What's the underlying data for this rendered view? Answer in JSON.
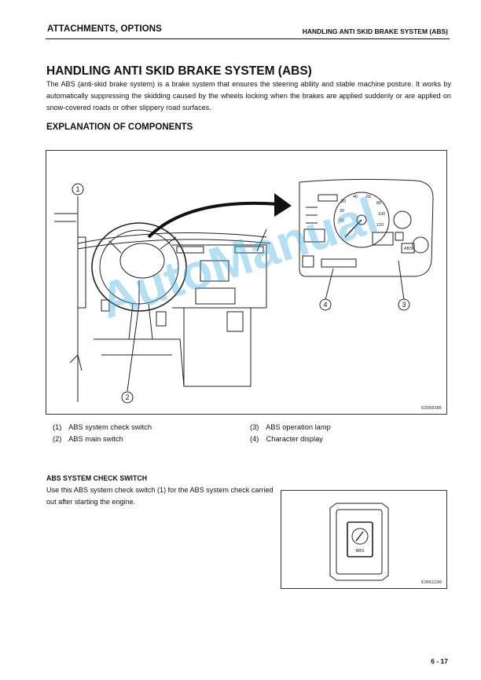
{
  "header": {
    "section": "ATTACHMENTS, OPTIONS",
    "topic": "HANDLING ANTI SKID BRAKE SYSTEM (ABS)"
  },
  "title": "HANDLING ANTI SKID BRAKE SYSTEM (ABS)",
  "intro": "The ABS (anti-skid brake system) is a brake system that ensures the steering ability and stable machine posture. It works by automatically suppressing the skidding caused by the wheels locking when the brakes are applied suddenly or are applied on snow-covered roads or other slippery road surfaces.",
  "explanation_heading": "EXPLANATION OF COMPONENTS",
  "figure1": {
    "code": "9JD08386",
    "callouts": [
      "1",
      "2",
      "3",
      "4"
    ],
    "panel_numbers": [
      "20",
      "40",
      "60",
      "80",
      "100",
      "120",
      "10",
      "30"
    ],
    "abs_label": "ABS"
  },
  "captions": [
    {
      "num": "(1)",
      "text": "ABS system check switch"
    },
    {
      "num": "(2)",
      "text": "ABS main switch"
    },
    {
      "num": "(3)",
      "text": "ABS operation lamp"
    },
    {
      "num": "(4)",
      "text": "Character display"
    }
  ],
  "check_switch": {
    "heading": "ABS SYSTEM CHECK SWITCH",
    "text": "Use this ABS system check switch (1) for the ABS system check carried out after starting the engine."
  },
  "figure2": {
    "code": "9JR02290",
    "switch_label": "ABS"
  },
  "watermark": "AutoManual",
  "page_number": "6 - 17"
}
